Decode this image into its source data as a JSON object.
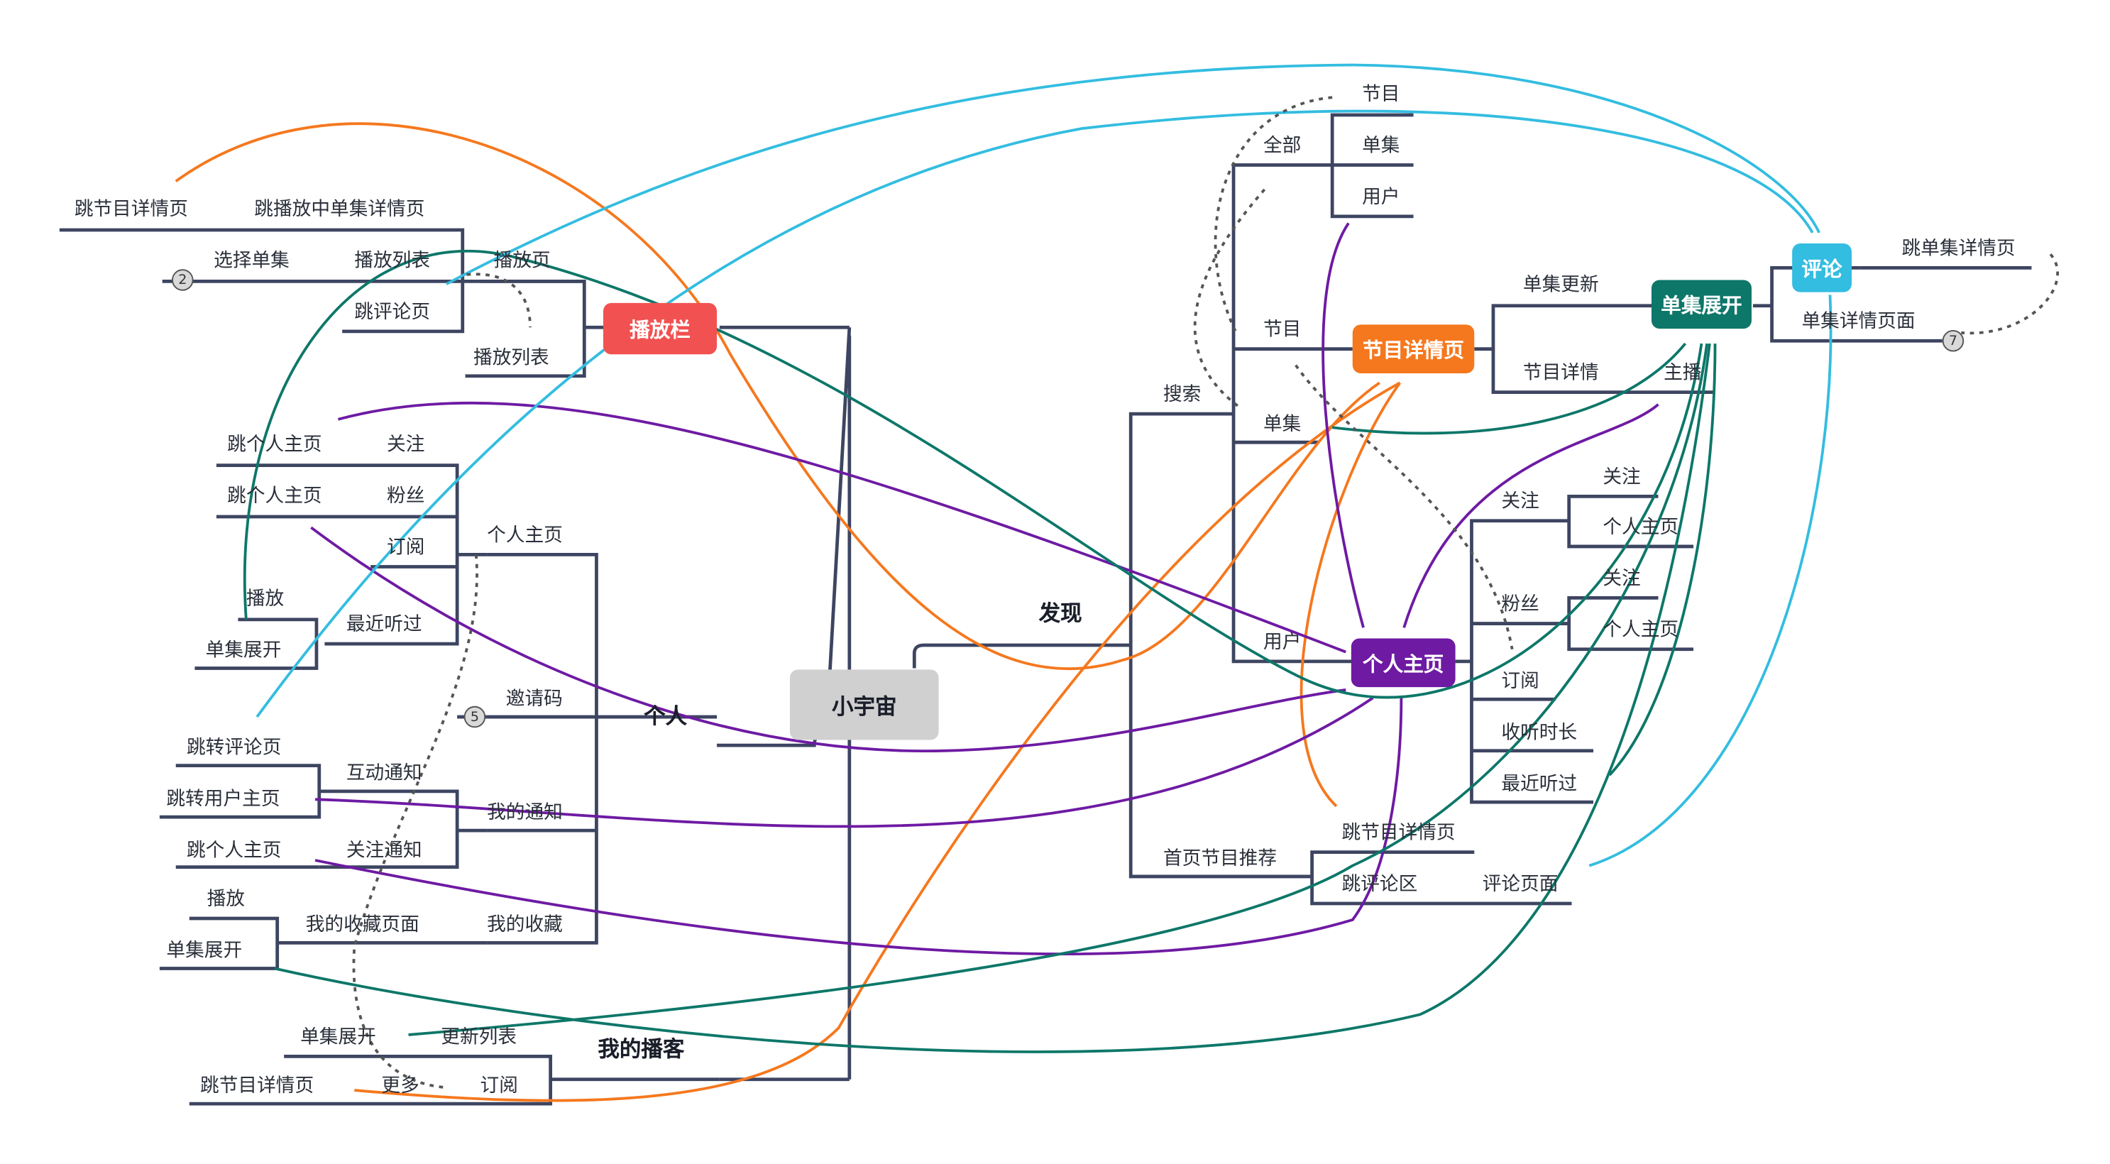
{
  "root": {
    "label": "小宇宙"
  },
  "branches": {
    "discover": "发现",
    "personal": "个人",
    "my_podcast": "我的播客"
  },
  "hubs": {
    "play_bar": {
      "label": "播放栏",
      "color": "#f25151"
    },
    "program_detail": {
      "label": "节目详情页",
      "color": "#f5781e"
    },
    "episode_expand": {
      "label": "单集展开",
      "color": "#0d7769"
    },
    "personal_home": {
      "label": "个人主页",
      "color": "#6e1aa3"
    },
    "comment": {
      "label": "评论",
      "color": "#33bde0"
    }
  },
  "labels": {
    "jump_program_detail_top": "跳节目详情页",
    "jump_playing_episode": "跳播放中单集详情页",
    "select_episode": "选择单集",
    "play_list": "播放列表",
    "play_page": "播放页",
    "jump_comment_page": "跳评论页",
    "play_list_2": "播放列表",
    "jump_personal_1": "跳个人主页",
    "follow": "关注",
    "jump_personal_2": "跳个人主页",
    "fans": "粉丝",
    "subscribe": "订阅",
    "personal_page": "个人主页",
    "play": "播放",
    "recently_played": "最近听过",
    "episode_expand_1": "单集展开",
    "invite_code": "邀请码",
    "jump_comment": "跳转评论页",
    "interaction_notice": "互动通知",
    "jump_user_home": "跳转用户主页",
    "my_notice": "我的通知",
    "jump_personal_3": "跳个人主页",
    "follow_notice": "关注通知",
    "play_2": "播放",
    "my_fav_page": "我的收藏页面",
    "my_fav": "我的收藏",
    "episode_expand_2": "单集展开",
    "episode_expand_3": "单集展开",
    "update_list": "更新列表",
    "jump_program_detail_bottom": "跳节目详情页",
    "more": "更多",
    "subscribe_2": "订阅",
    "search": "搜索",
    "all": "全部",
    "program": "节目",
    "episode": "单集",
    "user": "用户",
    "program_2": "节目",
    "episode_2": "单集",
    "user_2": "用户",
    "episode_update": "单集更新",
    "program_detail_lbl": "节目详情",
    "host": "主播",
    "jump_episode_detail": "跳单集详情页",
    "episode_detail_page": "单集详情页面",
    "r_follow": "关注",
    "r_follow_a": "关注",
    "r_personal_a": "个人主页",
    "r_fans": "粉丝",
    "r_follow_b": "关注",
    "r_personal_b": "个人主页",
    "r_subscribe": "订阅",
    "r_listen_time": "收听时长",
    "r_recent": "最近听过",
    "home_recommend": "首页节目推荐",
    "r_jump_program_detail": "跳节目详情页",
    "r_jump_comment_area": "跳评论区",
    "r_comment_page": "评论页面"
  },
  "badges": {
    "b2": "2",
    "b5": "5",
    "b7": "7"
  },
  "colors": {
    "structure": "#3d4561",
    "orange": "#f5781e",
    "purple": "#6e1aa3",
    "teal": "#0d7769",
    "cyan": "#33bde0",
    "gray_dashed": "#555555"
  }
}
